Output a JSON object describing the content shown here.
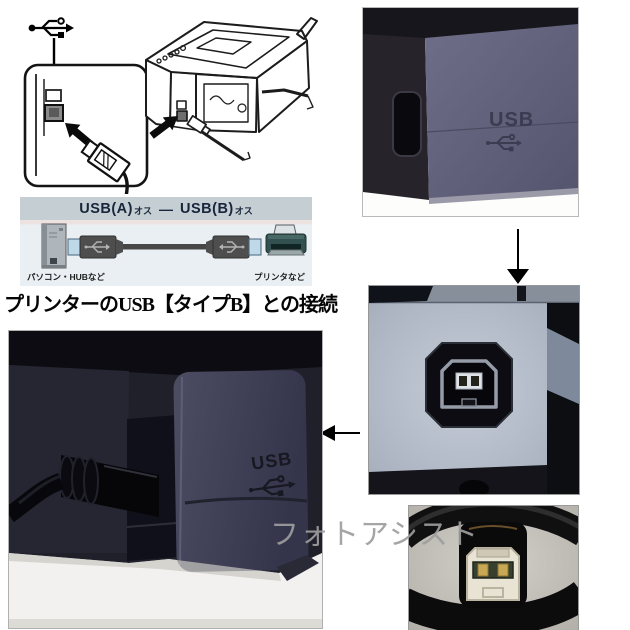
{
  "diagram": {
    "header": {
      "usb_a": "USB(A)",
      "osu_a": "オス",
      "dash": "—",
      "usb_b": "USB(B)",
      "osu_b": "オス"
    },
    "pc_label": "パソコン・HUBなど",
    "printer_label": "プリンタなど"
  },
  "heading": {
    "text": "プリンターのUSB【タイプB】との接続"
  },
  "photos": {
    "top_right": {
      "emboss_label": "USB"
    },
    "middle_right": {
      "content": "usb-type-b-port-closeup"
    },
    "bottom_left": {
      "emboss_label": "USB"
    },
    "bottom_right": {
      "content": "usb-type-b-plug-closeup"
    }
  },
  "watermark": {
    "text": "フォトアシスト"
  },
  "icons": {
    "usb_symbol": "usb-trident",
    "down_arrow": "arrow-down",
    "left_arrow": "arrow-left"
  },
  "colors": {
    "diagram_header_bg": "#c5ced2",
    "diagram_body_bg": "#e9eff2",
    "diagram_text": "#17263c",
    "printer_purple": "#5f5f7a",
    "dark_plastic": "#20202b",
    "port_plastic": "#b3bbc8",
    "photo_border": "#b9b9b9",
    "watermark_gray": "#9e9e9e",
    "arrow_black": "#000000"
  }
}
